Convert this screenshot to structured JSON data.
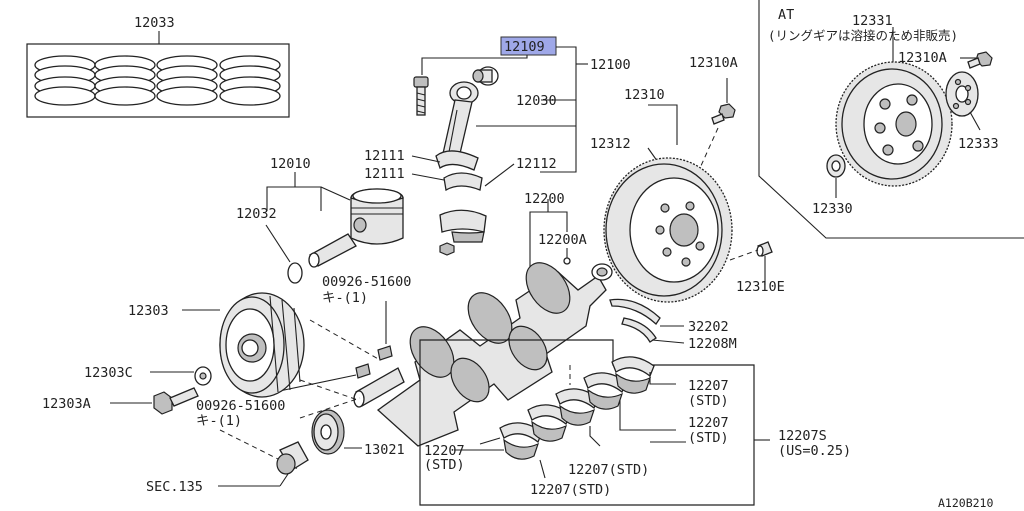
{
  "diagram": {
    "id_code": "A120B210",
    "highlight_color": "#9fa8e8",
    "at_box": {
      "title": "AT",
      "note": "(リングギアは溶接のため非販売)"
    },
    "labels": {
      "p12033": "12033",
      "p12109": "12109",
      "p12100": "12100",
      "p12030": "12030",
      "p12111_a": "12111",
      "p12111_b": "12111",
      "p12112": "12112",
      "p12010": "12010",
      "p12032": "12032",
      "p12200": "12200",
      "p12200A": "12200A",
      "p12310A_mt": "12310A",
      "p12310": "12310",
      "p12312": "12312",
      "p12310E": "12310E",
      "p12331": "12331",
      "p12310A_at": "12310A",
      "p12333": "12333",
      "p12330": "12330",
      "p00926_top": "00926-51600",
      "key_top": "キ-(1)",
      "p12303": "12303",
      "p12303C": "12303C",
      "p12303A": "12303A",
      "p00926_bot": "00926-51600",
      "key_bot": "キ-(1)",
      "p32202": "32202",
      "p12208M": "12208M",
      "p12207_r1": "12207",
      "std_r1": "(STD)",
      "p12207_r2": "12207",
      "std_r2": "(STD)",
      "p12207S": "12207S",
      "us_note": "(US=0.25)",
      "p12207_left": "12207",
      "std_left": "(STD)",
      "p12207_mid": "12207(STD)",
      "p12207_bottom": "12207(STD)",
      "p13021": "13021",
      "sec135": "SEC.135"
    }
  }
}
